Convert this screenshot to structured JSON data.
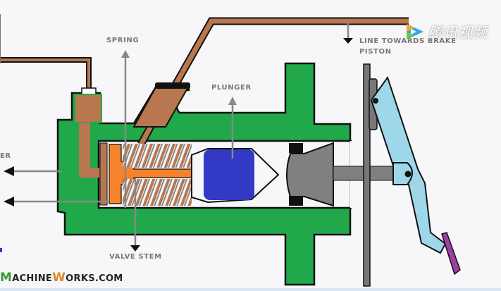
{
  "diagram": {
    "title": "Brake master cylinder with pedal",
    "labels": {
      "spring": "Spring",
      "plunger": "Plunger",
      "valve_stem": "Valve stem",
      "line_towards_brake_piston_1": "Line towards brake",
      "line_towards_brake_piston_2": "piston",
      "partial_left": "er"
    },
    "components": [
      "housing",
      "reservoir-tube",
      "brake-line",
      "valve",
      "valve-stem",
      "spring",
      "plunger",
      "piston",
      "push-rod",
      "firewall",
      "brake-pedal",
      "pedal-pad"
    ],
    "colors": {
      "housing": "#21a84a",
      "tube": "#b9774f",
      "valve": "#f5832b",
      "plunger": "#3239c4",
      "piston": "#808080",
      "pedal": "#9fd7ea",
      "pedal_pad": "#9c3fa0",
      "label": "#777778",
      "background": "#f7f6f9"
    }
  },
  "brand": {
    "prefix": "",
    "m": "M",
    "achine": "achine",
    "w": "W",
    "orks": "orks.com"
  },
  "watermark": {
    "text": "腾讯视频",
    "icon": "tencent-video-play-icon"
  }
}
